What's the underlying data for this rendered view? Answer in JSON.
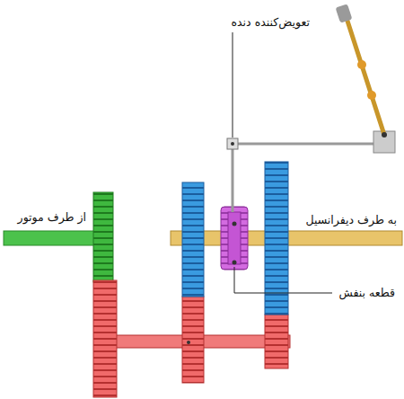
{
  "diagram": {
    "labels": [
      "تعویض‌کننده دنده",
      "از طرف موتور",
      "به طرف دیفرانسیل",
      "قطعه بنفش"
    ]
  }
}
